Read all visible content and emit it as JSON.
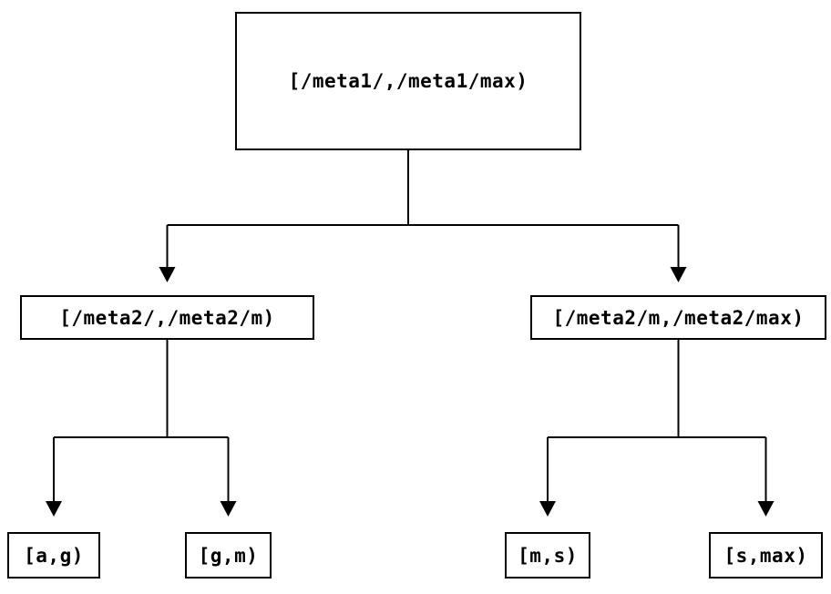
{
  "diagram": {
    "type": "tree",
    "background_color": "#ffffff",
    "line_color": "#000000",
    "node_fill_color": "#ffffff",
    "node_border_color": "#000000",
    "nodes": [
      {
        "id": "root",
        "label": "[/meta1/,/meta1/max)"
      },
      {
        "id": "meta2-low",
        "label": "[/meta2/,/meta2/m)"
      },
      {
        "id": "meta2-high",
        "label": "[/meta2/m,/meta2/max)"
      },
      {
        "id": "leaf-a-g",
        "label": "[a,g)"
      },
      {
        "id": "leaf-g-m",
        "label": "[g,m)"
      },
      {
        "id": "leaf-m-s",
        "label": "[m,s)"
      },
      {
        "id": "leaf-s-max",
        "label": "[s,max)"
      }
    ],
    "edges": [
      {
        "from": "root",
        "to": "meta2-low"
      },
      {
        "from": "root",
        "to": "meta2-high"
      },
      {
        "from": "meta2-low",
        "to": "leaf-a-g"
      },
      {
        "from": "meta2-low",
        "to": "leaf-g-m"
      },
      {
        "from": "meta2-high",
        "to": "leaf-m-s"
      },
      {
        "from": "meta2-high",
        "to": "leaf-s-max"
      }
    ]
  }
}
